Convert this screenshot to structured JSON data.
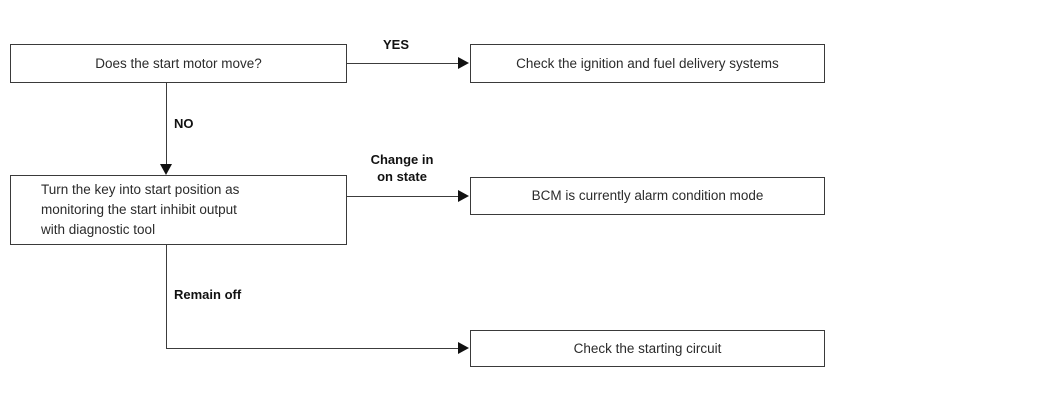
{
  "diagram": {
    "title": "Start motor diagnostic flowchart",
    "background_color": "#ffffff",
    "line_color": "#3c3c3c",
    "text_color": "#2b2b2b",
    "label_color": "#111111"
  },
  "nodes": {
    "question_start_motor": "Does the start motor move?",
    "check_ignition_fuel": "Check the ignition and fuel delivery systems",
    "turn_key_monitor": "Turn the key into start position as\nmonitoring the start inhibit output\nwith diagnostic tool",
    "bcm_alarm_mode": "BCM is currently alarm condition mode",
    "check_starting_circuit": "Check the starting circuit"
  },
  "edge_labels": {
    "yes": "YES",
    "no": "NO",
    "change_in_on_state": "Change in\non state",
    "remain_off": "Remain off"
  }
}
